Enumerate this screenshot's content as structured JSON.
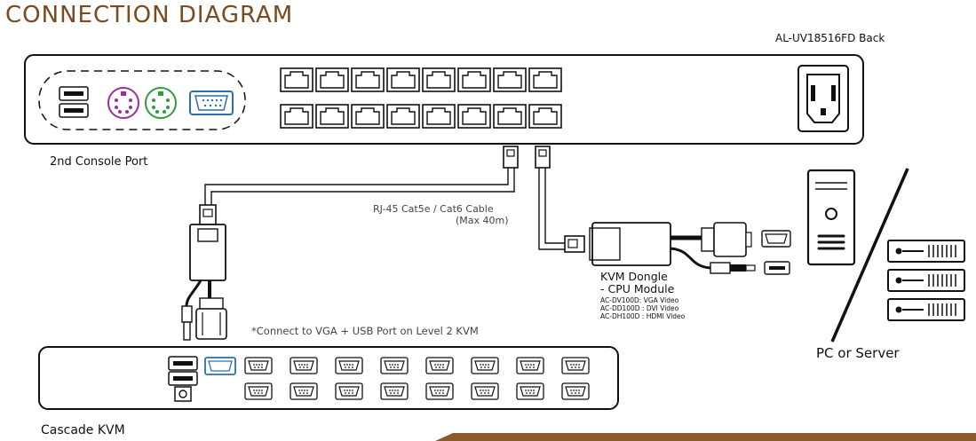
{
  "title": "CONNECTION DIAGRAM",
  "device": {
    "model_label": "AL-UV18516FD Back"
  },
  "labels": {
    "console_port": "2nd Console Port",
    "cable": "RJ-45 Cat5e / Cat6 Cable",
    "cable_max": "(Max 40m)",
    "connect_note": "*Connect to VGA + USB Port on Level 2 KVM",
    "dongle_title_1": "KVM Dongle",
    "dongle_title_2": "- CPU Module",
    "dongle_models": [
      "AC-DV100D: VGA Video",
      "AC-DD100D : DVI Video",
      "AC-DH100D : HDMI Video"
    ],
    "pc_server": "PC or Server",
    "cascade_kvm": "Cascade KVM"
  },
  "colors": {
    "title": "#7a4a20",
    "ps2_keyboard": "#9b2fa0",
    "ps2_mouse": "#2e9e3a",
    "vga_highlight": "#2a6fb5",
    "footer_bar": "#8b5a2b"
  },
  "icons": [
    "usb-port-icon",
    "ps2-keyboard-icon",
    "ps2-mouse-icon",
    "vga-port-icon",
    "rj45-port-icon",
    "power-inlet-icon",
    "pc-tower-icon",
    "server-rack-icon"
  ]
}
